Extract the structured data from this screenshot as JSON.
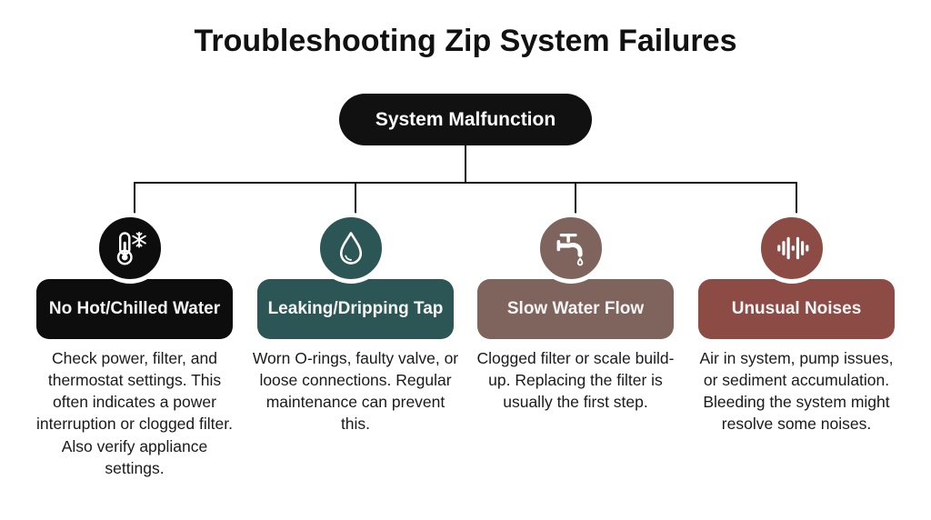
{
  "title": "Troubleshooting Zip System Failures",
  "root": {
    "label": "System Malfunction",
    "bg": "#111111"
  },
  "connector_color": "#111111",
  "branches": [
    {
      "label": "No Hot/Chilled Water",
      "icon": "thermometer-snowflake-icon",
      "color": "#0d0d0d",
      "description": "Check power, filter, and thermostat settings. This often indicates a power interruption or clogged filter. Also verify appliance settings."
    },
    {
      "label": "Leaking/Dripping Tap",
      "icon": "water-drop-icon",
      "color": "#2b5655",
      "description": "Worn O-rings, faulty valve, or loose connections. Regular maintenance can prevent this."
    },
    {
      "label": "Slow Water Flow",
      "icon": "faucet-drip-icon",
      "color": "#7e645d",
      "description": "Clogged filter or scale build-up. Replacing the filter is usually the first step."
    },
    {
      "label": "Unusual Noises",
      "icon": "sound-wave-icon",
      "color": "#8c4b45",
      "description": "Air in system, pump issues, or sediment accumulation. Bleeding the system might resolve some noises."
    }
  ]
}
